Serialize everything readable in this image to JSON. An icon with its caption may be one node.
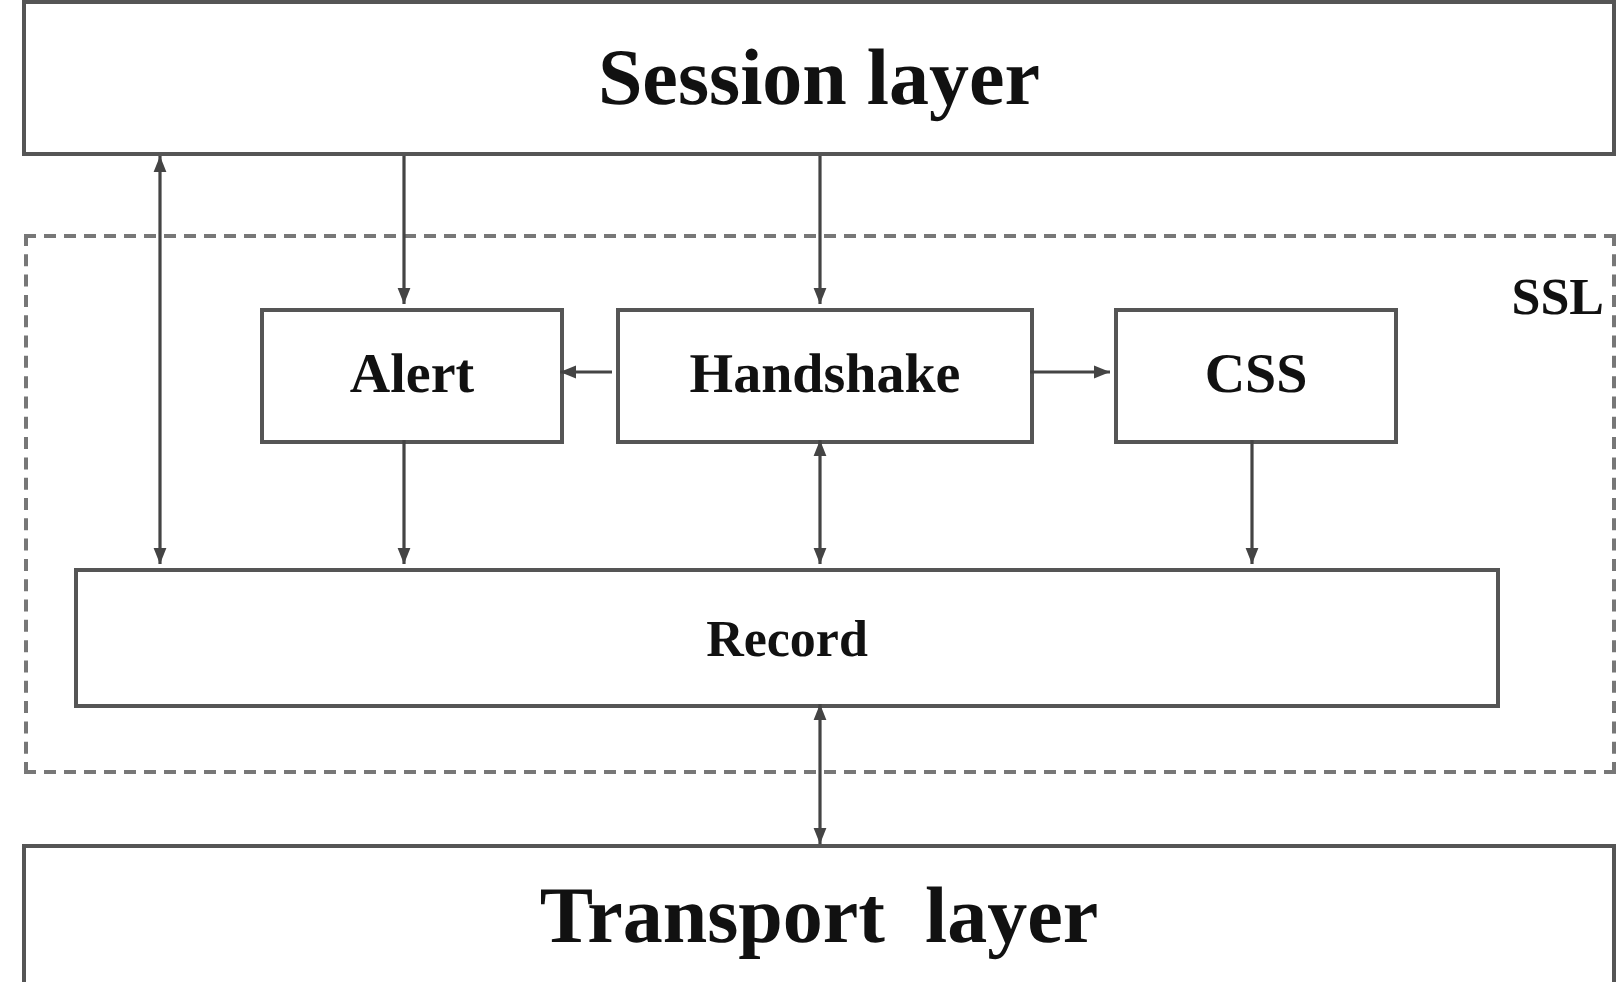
{
  "diagram": {
    "nodes": [
      {
        "text": [
          "Session layer"
        ]
      },
      {
        "text": [
          "SSL"
        ]
      },
      {
        "text": [
          "Alert"
        ],
        "in": 1
      },
      {
        "text": [
          "Handshake"
        ],
        "in": 1
      },
      {
        "text": [
          "CSS"
        ],
        "in": 1
      },
      {
        "text": [
          "Record"
        ],
        "in": 1
      },
      {
        "text": [
          "Transport  layer"
        ]
      }
    ],
    "edges": [
      {
        "from": 0,
        "to": 2,
        "arrow": "to"
      },
      {
        "from": 0,
        "to": 3,
        "arrow": "to"
      },
      {
        "from": 0,
        "to": 5,
        "arrow": "both"
      },
      {
        "from": 3,
        "to": 2,
        "arrow": "to"
      },
      {
        "from": 3,
        "to": 4,
        "arrow": "to"
      },
      {
        "from": 2,
        "to": 5,
        "arrow": "to"
      },
      {
        "from": 3,
        "to": 5,
        "arrow": "both"
      },
      {
        "from": 4,
        "to": 5,
        "arrow": "to"
      },
      {
        "from": 5,
        "to": 6,
        "arrow": "both"
      }
    ]
  }
}
